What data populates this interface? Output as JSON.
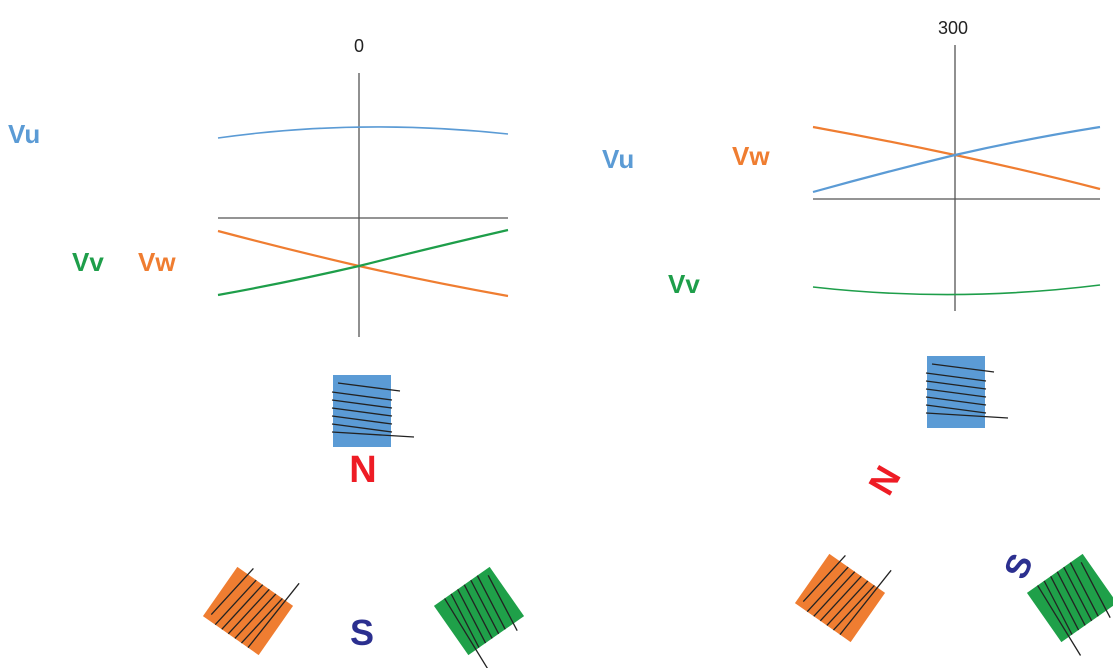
{
  "colors": {
    "vu": "#5b9bd5",
    "vv": "#1e9e4a",
    "vw": "#ef7d31",
    "coil_u": "#5b9bd5",
    "coil_v": "#1fa049",
    "coil_w": "#ef7d31",
    "north": "#ee1c25",
    "south": "#2b2f8f",
    "axis": "#555555"
  },
  "left_panel": {
    "angle": "0",
    "label_vu": "Vu",
    "label_vv": "Vv",
    "label_vw": "Vw",
    "pole_n": "N",
    "pole_s": "S"
  },
  "right_panel": {
    "angle": "300",
    "label_vu": "Vu",
    "label_vv": "Vv",
    "label_vw": "Vw",
    "pole_n": "N",
    "pole_s": "S"
  }
}
